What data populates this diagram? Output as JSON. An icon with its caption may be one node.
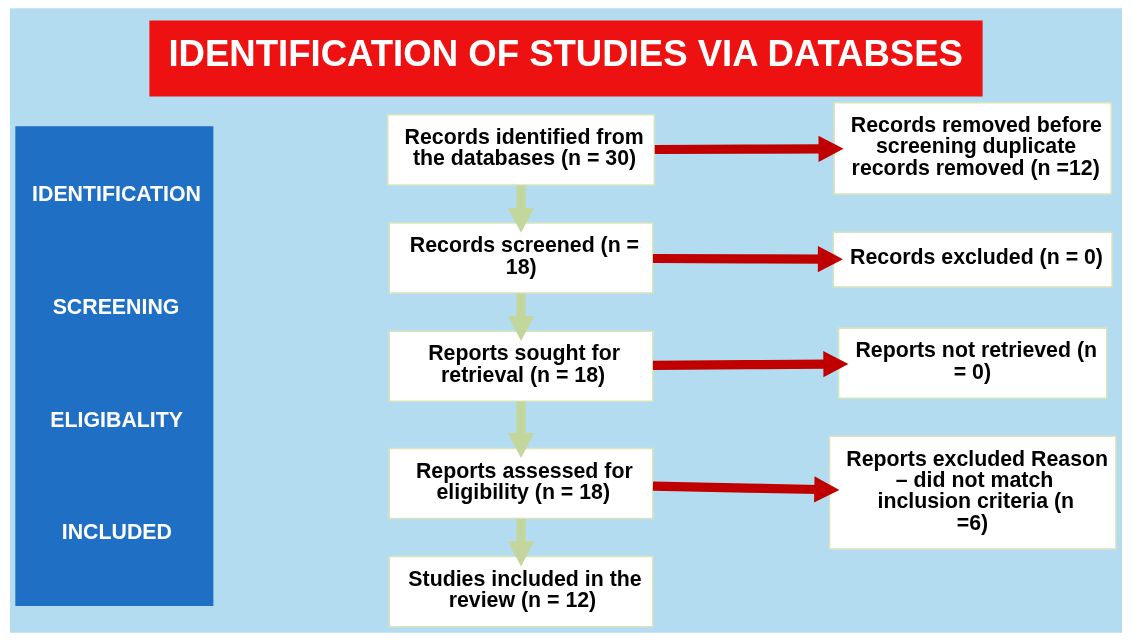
{
  "diagram": {
    "title": "IDENTIFICATION OF STUDIES VIA DATABSES",
    "nodes": [
      {
        "text": [
          "IDENTIFICATION",
          "SCREENING",
          "ELIGIBALITY",
          "INCLUDED"
        ]
      },
      {
        "text": [
          "Records identified from the databases (n = 30)"
        ]
      },
      {
        "text": [
          "Records removed before screening duplicate records removed (n =12)"
        ]
      },
      {
        "text": [
          "Records screened (n = 18)"
        ]
      },
      {
        "text": [
          "Records excluded (n = 0)"
        ]
      },
      {
        "text": [
          "Reports sought for retrieval (n = 18)"
        ]
      },
      {
        "text": [
          "Reports not retrieved (n = 0)"
        ]
      },
      {
        "text": [
          "Reports assessed for eligibility (n = 18)"
        ]
      },
      {
        "text": [
          "Reports excluded Reason – did not match inclusion criteria (n =6)"
        ]
      },
      {
        "text": [
          "Studies included in the review (n = 12)"
        ]
      }
    ],
    "edges": [
      {
        "from": 1,
        "to": 2,
        "arrow": "to",
        "color": "#c00000"
      },
      {
        "from": 1,
        "to": 3,
        "arrow": "to",
        "color": "#c3d69b"
      },
      {
        "from": 3,
        "to": 4,
        "arrow": "to",
        "color": "#c00000"
      },
      {
        "from": 3,
        "to": 5,
        "arrow": "to",
        "color": "#c3d69b"
      },
      {
        "from": 5,
        "to": 6,
        "arrow": "to",
        "color": "#c00000"
      },
      {
        "from": 5,
        "to": 7,
        "arrow": "to",
        "color": "#c3d69b"
      },
      {
        "from": 7,
        "to": 8,
        "arrow": "to",
        "color": "#c00000"
      },
      {
        "from": 7,
        "to": 9,
        "arrow": "to",
        "color": "#c3d69b"
      }
    ]
  }
}
